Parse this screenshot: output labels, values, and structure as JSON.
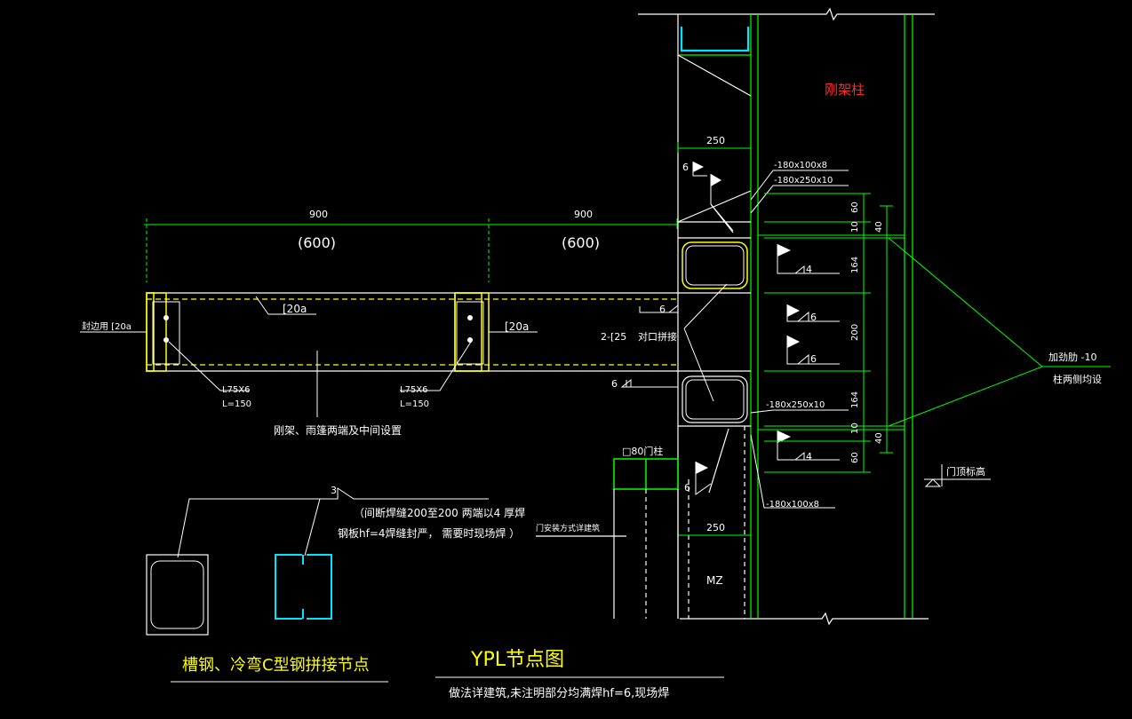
{
  "colors": {
    "background": "#000000",
    "outline": "#ffffff",
    "dimension": "#00ff00",
    "member_yellow": "#ffff00",
    "cold_formed_cyan": "#00e5ff",
    "label_red": "#ff2a2a",
    "label_yellow": "#ffff00"
  },
  "column": {
    "label": "刚架柱",
    "top_dim": "250",
    "bottom_dim": "250",
    "mz_label": "MZ"
  },
  "plates": {
    "top_outer": "-180x100x8",
    "top_inner": "-180x250x10",
    "bottom_inner": "-180x250x10",
    "bottom_outer": "-180x100x8"
  },
  "welds": {
    "w6_top_left": "6",
    "w4_top_right": "4",
    "w6_mid_right_a": "6",
    "w6_mid_right_b": "6",
    "w6_beam_top": "6",
    "w6_beam_bottom": "6",
    "w4_bottom_right": "4",
    "w6_bottom_left": "6"
  },
  "vertical_dims": [
    "60",
    "10",
    "164",
    "200",
    "164",
    "10",
    "60"
  ],
  "outer_dims": [
    "40",
    "40"
  ],
  "stiffener": {
    "line1": "加劲肋 -10",
    "line2": "柱两侧均设"
  },
  "door_elev_label": "门顶标高",
  "beam": {
    "span1": "900",
    "span1_paren": "(600)",
    "span2": "900",
    "span2_paren": "(600)",
    "sealing_label": "封边用 [20a",
    "channel_mid": "[20a",
    "channel_end": "[20a",
    "angle_left_1": "L75X6",
    "angle_left_2": "L=150",
    "angle_right_1": "L75X6",
    "angle_right_2": "L=150",
    "note": "刚架、雨篷两端及中间设置",
    "splice_count": "2-[25",
    "splice_label": "对口拼接"
  },
  "door_post": {
    "label": "□80门柱",
    "install_note": "门安装方式详建筑"
  },
  "splice_detail": {
    "weld_size": "3",
    "note_line1": "（间断焊缝200至200 两端以4 厚焊",
    "note_line2": "钢板hf=4焊缝封严，  需要时现场焊 ）",
    "title": "槽钢、冷弯C型钢拼接节点"
  },
  "main_title": {
    "title": "YPL节点图",
    "subtitle": "做法详建筑,未注明部分均满焊hf=6,现场焊"
  }
}
